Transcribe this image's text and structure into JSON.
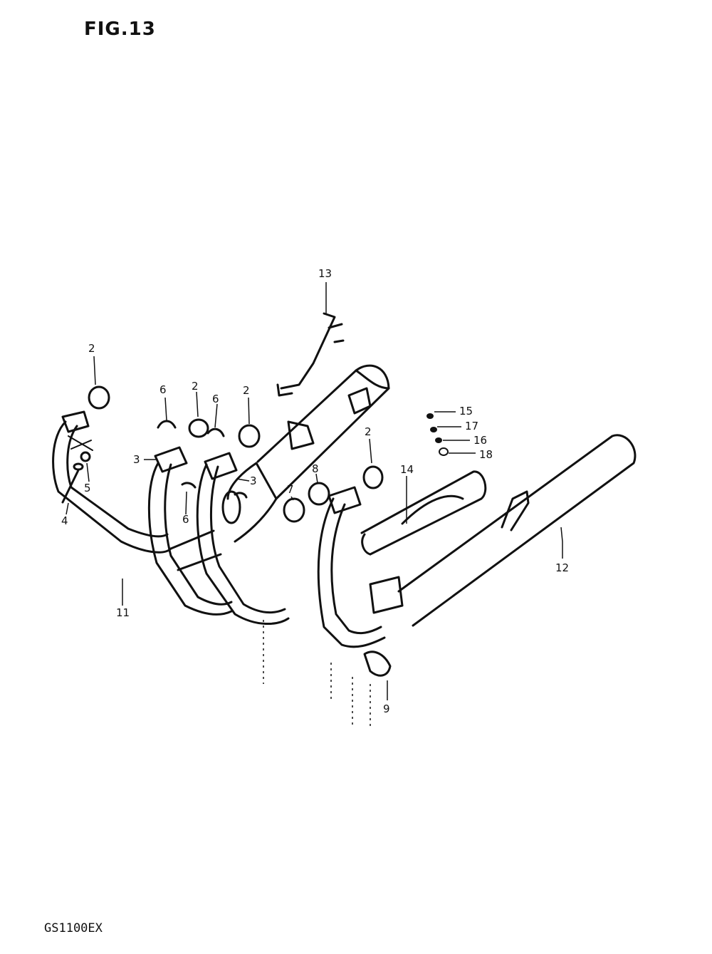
{
  "figure": {
    "title": "FIG.13",
    "model": "GS1100EX"
  },
  "callouts": [
    {
      "id": "c2a",
      "label": "2"
    },
    {
      "id": "c6a",
      "label": "6"
    },
    {
      "id": "c2b",
      "label": "2"
    },
    {
      "id": "c6b",
      "label": "6"
    },
    {
      "id": "c2c",
      "label": "2"
    },
    {
      "id": "c13",
      "label": "13"
    },
    {
      "id": "c3a",
      "label": "3"
    },
    {
      "id": "c3b",
      "label": "3"
    },
    {
      "id": "c5",
      "label": "5"
    },
    {
      "id": "c4",
      "label": "4"
    },
    {
      "id": "c6c",
      "label": "6"
    },
    {
      "id": "c7",
      "label": "7"
    },
    {
      "id": "c8",
      "label": "8"
    },
    {
      "id": "c2d",
      "label": "2"
    },
    {
      "id": "c14",
      "label": "14"
    },
    {
      "id": "c15",
      "label": "15"
    },
    {
      "id": "c17",
      "label": "17"
    },
    {
      "id": "c16",
      "label": "16"
    },
    {
      "id": "c18",
      "label": "18"
    },
    {
      "id": "c12",
      "label": "12"
    },
    {
      "id": "c11",
      "label": "11"
    },
    {
      "id": "c9",
      "label": "9"
    }
  ]
}
